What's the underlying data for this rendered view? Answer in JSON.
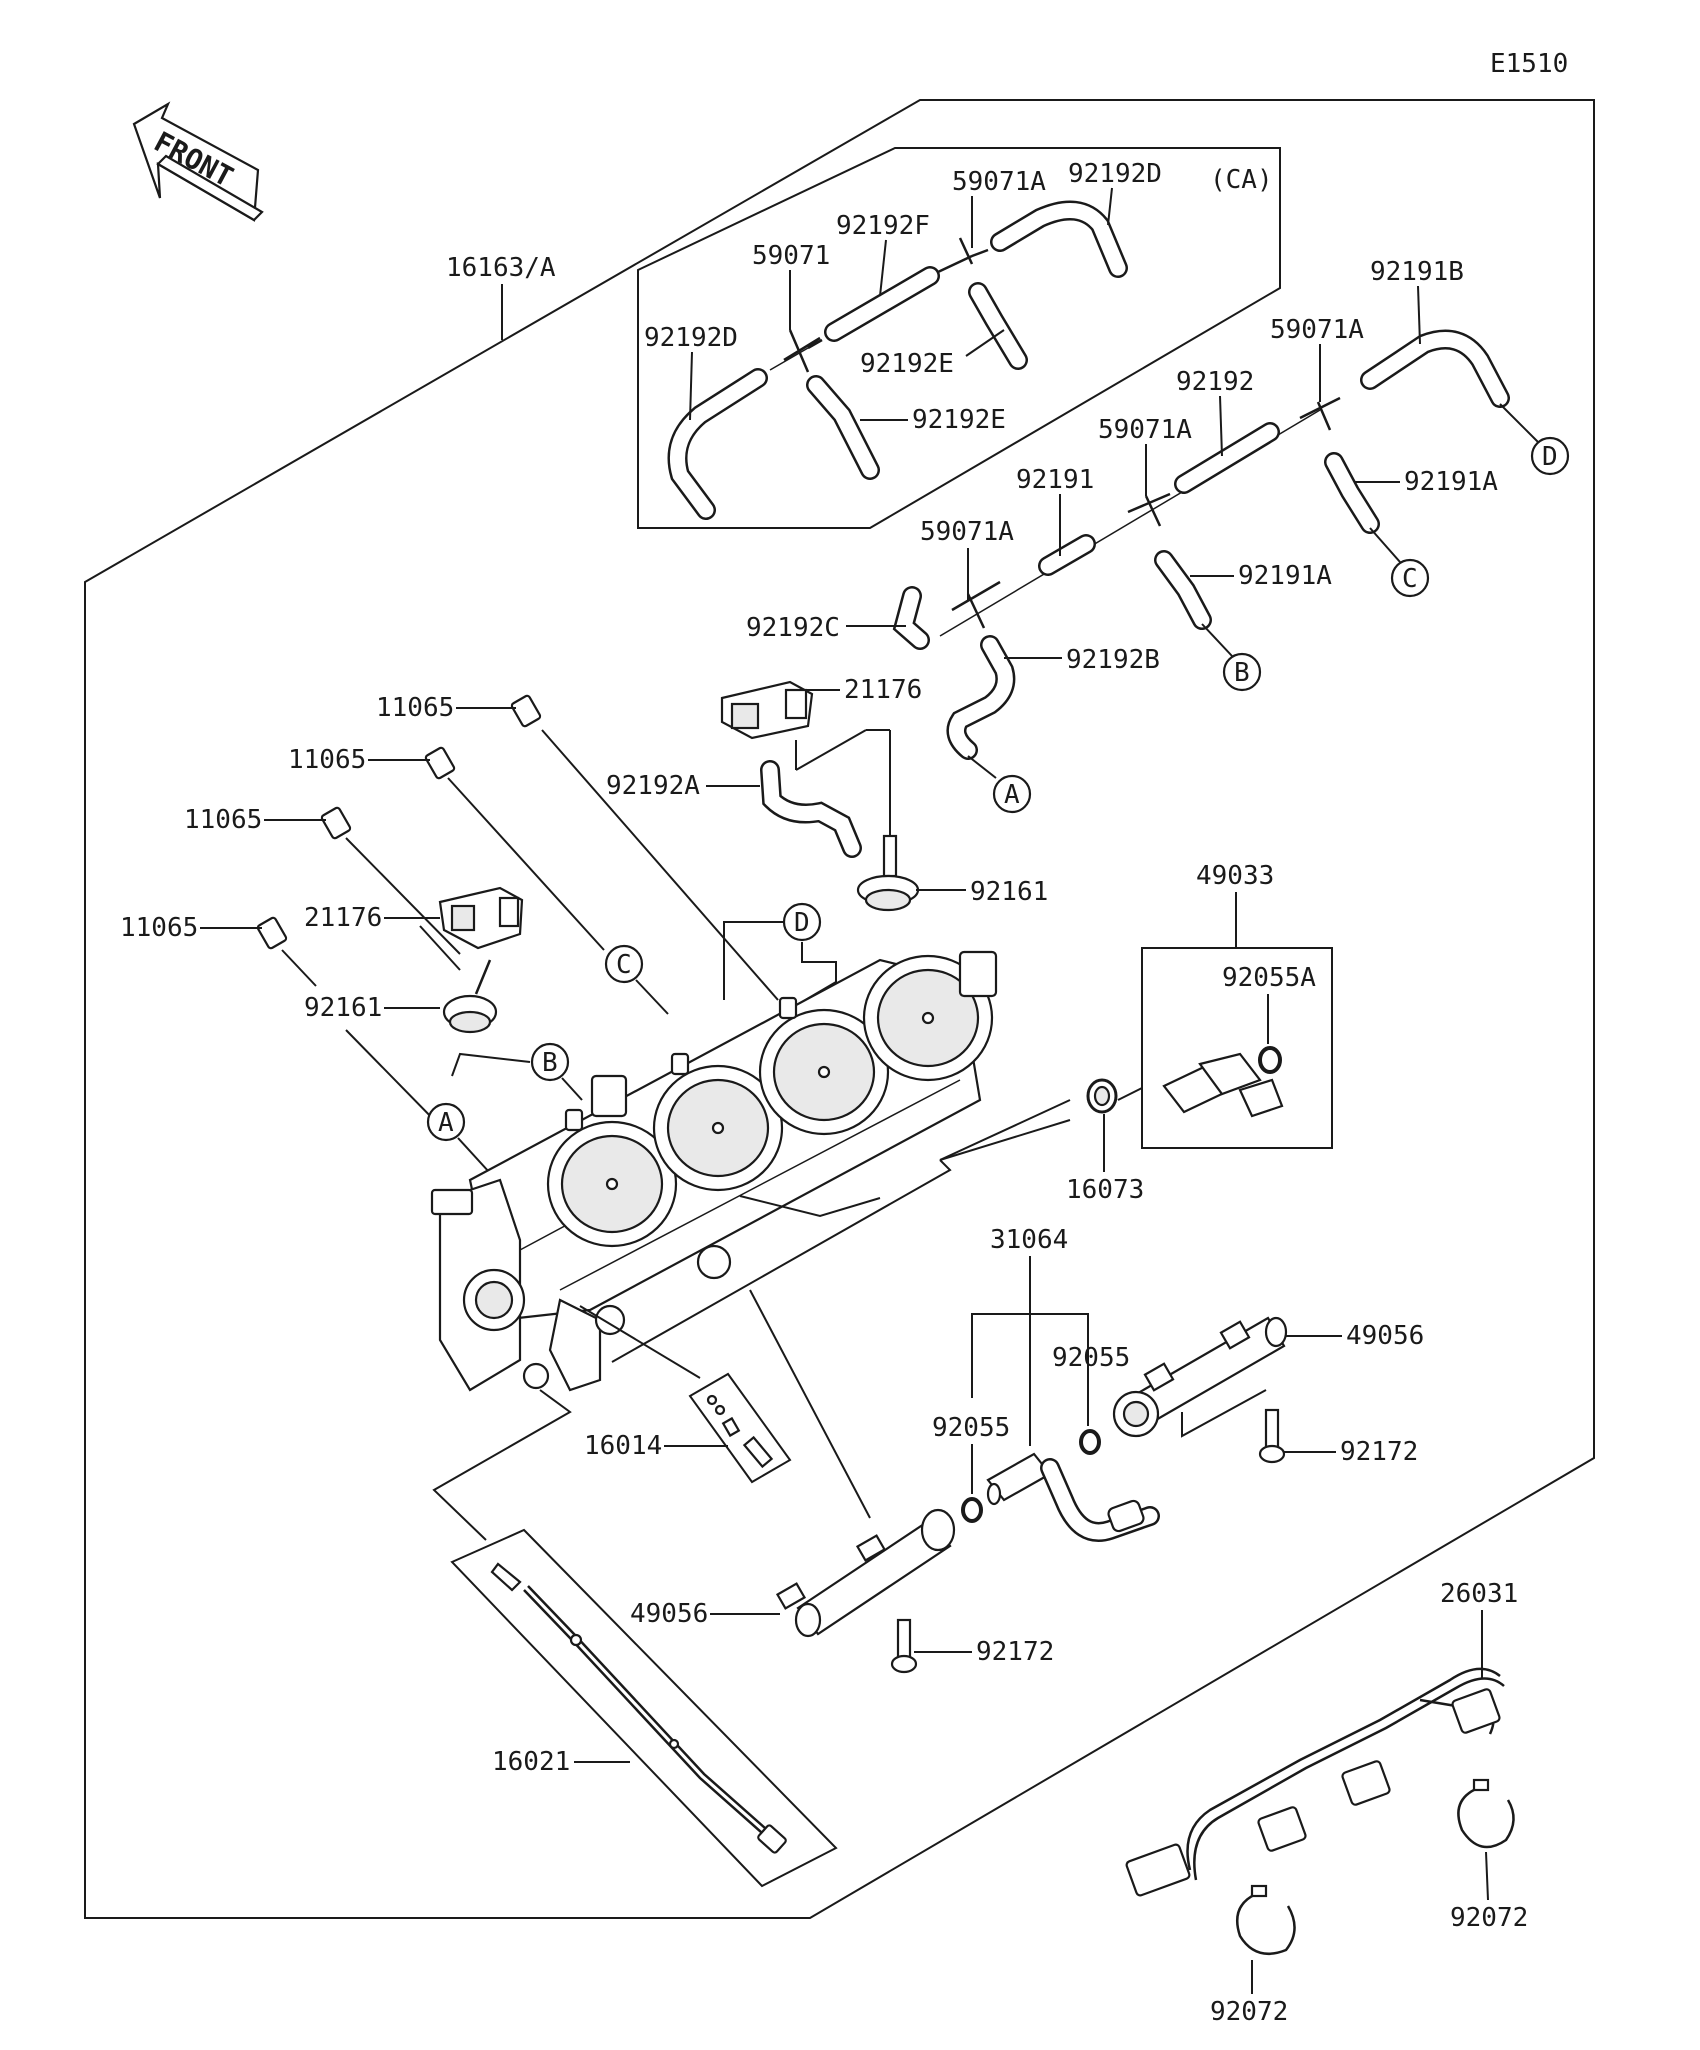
{
  "diagram_code": "E1510",
  "front_label": "FRONT",
  "ca_label": "(CA)",
  "ref_letters": {
    "a": "A",
    "b": "B",
    "c": "C",
    "d": "D"
  },
  "parts": {
    "throttle_assy": "16163/A",
    "caps": "11065",
    "sensor": "21176",
    "hose_92192A": "92192A",
    "fitting": "92161",
    "hose_92192C": "92192C",
    "hose_92192B": "92192B",
    "joint": "59071A",
    "joint_plain": "59071",
    "hose_92191": "92191",
    "hose_92191A": "92191A",
    "hose_92192": "92192",
    "hose_92191B": "92191B",
    "hose_92192D": "92192D",
    "hose_92192F": "92192F",
    "hose_92192E": "92192E",
    "injector": "49033",
    "oring_92055A": "92055A",
    "seal": "16073",
    "pipe": "31064",
    "oring": "92055",
    "delivery_pipe": "49056",
    "bolt": "92172",
    "screw_set": "16014",
    "cable": "16021",
    "harness": "26031",
    "clamp": "92072"
  }
}
